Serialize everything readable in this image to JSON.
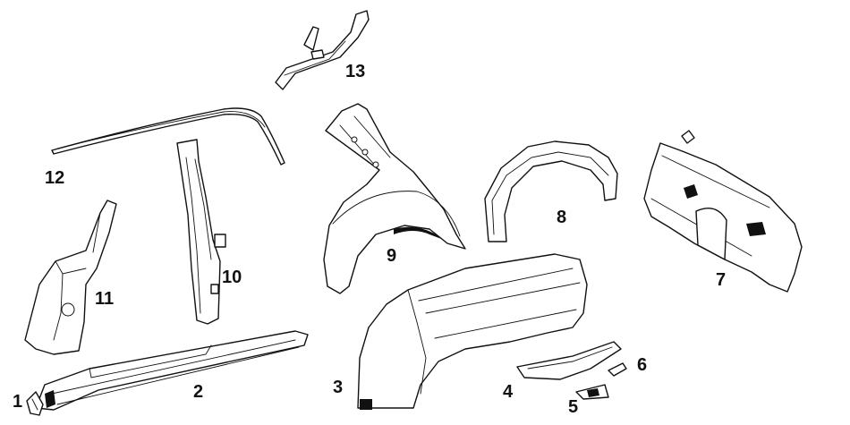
{
  "labels": {
    "p1": "1",
    "p2": "2",
    "p3": "3",
    "p4": "4",
    "p5": "5",
    "p6": "6",
    "p7": "7",
    "p8": "8",
    "p9": "9",
    "p10": "10",
    "p11": "11",
    "p12": "12",
    "p13": "13"
  },
  "colors": {
    "ink": "#111111",
    "background": "#ffffff"
  }
}
